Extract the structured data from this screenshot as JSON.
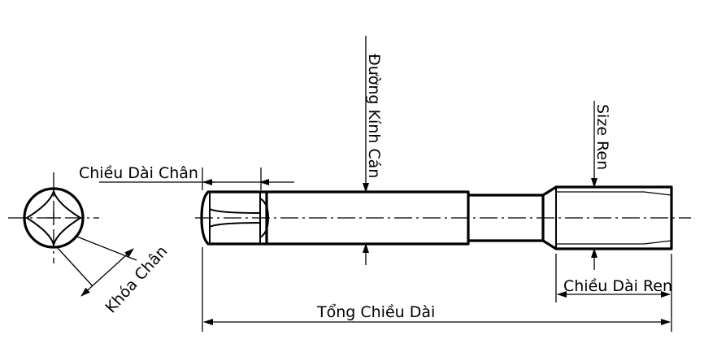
{
  "labels": {
    "shank_length": "Chiều Dài Chân",
    "shank_diameter": "Đường Kính Cán",
    "thread_size": "Size Ren",
    "square_key": "Khóa Chân",
    "thread_length": "Chiều Dài Ren",
    "overall_length": "Tổng Chiều Dài"
  }
}
